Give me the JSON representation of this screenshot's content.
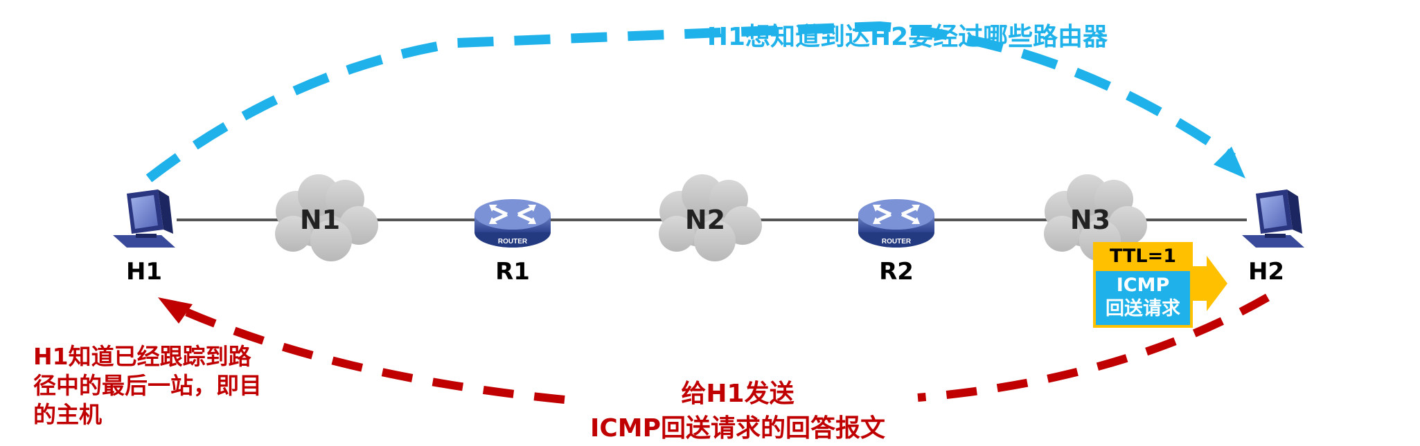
{
  "title": "H1想知道到达H2要经过哪些路由器",
  "hosts": {
    "h1": "H1",
    "h2": "H2"
  },
  "routers": {
    "r1": "R1",
    "r2": "R2",
    "badge": "ROUTER"
  },
  "networks": {
    "n1": "N1",
    "n2": "N2",
    "n3": "N3"
  },
  "packet": {
    "ttl": "TTL=1",
    "line1": "ICMP",
    "line2": "回送请求"
  },
  "left_note": "H1知道已经跟踪到路径中的最后一站，即目的主机",
  "bottom_note": {
    "line1": "给H1发送",
    "line2": "ICMP回送请求的回答报文"
  },
  "colors": {
    "blue_arrow": "#1fb2ea",
    "red_arrow": "#c00000",
    "packet_ttl": "#ffc000",
    "packet_body": "#1fb2ea"
  }
}
